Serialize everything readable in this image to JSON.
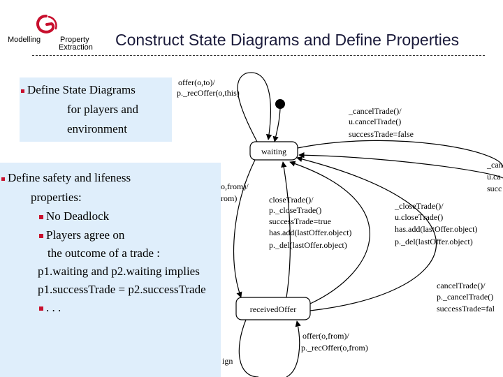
{
  "header": {
    "logo_word_1": "Modelling",
    "logo_word_2a": "Property",
    "logo_word_2b": "Extraction",
    "title": "Construct State Diagrams and Define Properties"
  },
  "diagram": {
    "states": {
      "waiting": "waiting",
      "received": "receivedOffer"
    },
    "labels": {
      "offer_top_1": "offer(o,to)/",
      "offer_top_2": "p._recOffer(o,this)",
      "cancel_top_1": "_cancelTrade()/",
      "cancel_top_2": "u.cancelTrade()",
      "cancel_top_3": "successTrade=false",
      "close_mid_1": "closeTrade()/",
      "close_mid_2": "p._closeTrade()",
      "close_mid_3": "successTrade=true",
      "close_mid_4": "has.add(lastOffer.object)",
      "close_mid_5": "p._del(lastOffer.object)",
      "uclose_1": "_closeTrade()/",
      "uclose_2": "u.closeTrade()",
      "uclose_3": "has.add(lastOffer.object)",
      "uclose_4": "p._del(lastOffer.object)",
      "cancel_low_1": "cancelTrade()/",
      "cancel_low_2": "p._cancelTrade()",
      "cancel_low_3": "successTrade=fal",
      "right_frag_1": "_can",
      "right_frag_2": "u.ca",
      "right_frag_3": "succ",
      "mid_frag_1": "o,from)/",
      "mid_frag_2": "rom)",
      "offer_bot_1": "offer(o,from)/",
      "offer_bot_2": "p._recOffer(o,from)",
      "frag_bottom": "ign"
    }
  },
  "panel_top": {
    "line1": "Define State Diagrams",
    "line2": "for players and",
    "line3": "environment"
  },
  "panel_main": {
    "line1": "Define safety and lifeness",
    "line2": "properties:",
    "item1": "No Deadlock",
    "item2": "Players agree on",
    "item3": "the outcome of a trade :",
    "item4": "p1.waiting and p2.waiting implies",
    "item5": "p1.successTrade = p2.successTrade",
    "item6": ". . ."
  },
  "colors": {
    "panel": "#dfeefb",
    "bullet": "#c8102e",
    "logo": "#c8102e"
  }
}
